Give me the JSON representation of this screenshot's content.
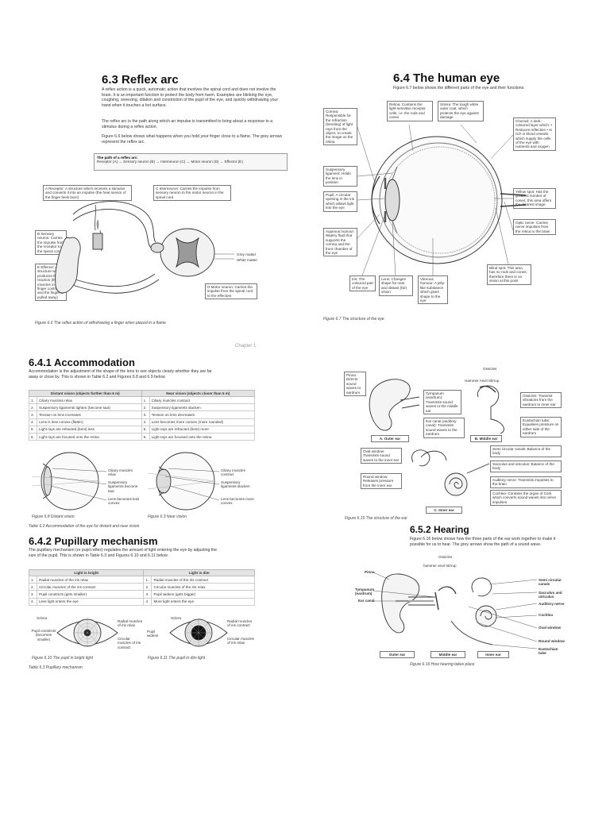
{
  "reflex": {
    "title": "6.3 Reflex arc",
    "p1": "A reflex action is a quick, automatic action that involves the spinal cord and does not involve the brain. It is an important function to protect the body from harm. Examples are blinking the eye, coughing, sneezing, dilation and constriction of the pupil of the eye, and quickly withdrawing your hand when it touches a hot surface.",
    "p2": "The reflex arc is the path along which an impulse is transmitted to bring about a response to a stimulus during a reflex action.",
    "p3": "Figure 6.6 below shows what happens when you hold your finger close to a flame. The grey arrows represent the reflex arc.",
    "path_title": "The path of a reflex arc:",
    "path_text": "Receptor (A) → Sensory neuron (B) → Interneuron (C) → Motor neuron (D) → Effector (E)",
    "label_a": "A Receptor: A structure which receives a stimulus and converts it into an impulse (the heat sensor of the finger feels burn)",
    "label_c": "C Interneuron: Carries the impulse from sensory neuron to the motor neuron in the spinal cord",
    "label_b": "B Sensory neuron: Carries the impulse from the receptor to the spinal cord",
    "label_e": "E Effector: A structure which produces the reaction (the muscles in the finger contract and the finger is pulled away)",
    "label_d": "D Motor neuron: Carries the impulse from the spinal cord to the effectors",
    "grey_matter": "Grey matter",
    "white_matter": "White matter",
    "caption": "Figure 6.6 The reflex action of withdrawing a finger when placed in a flame"
  },
  "eye": {
    "title": "6.4 The human eye",
    "intro": "Figure 6.7 below shows the different parts of the eye and their functions.",
    "cornea": "Cornea: Responsible for the refraction (bending) of light rays from the object, to create the image on the retina",
    "retina": "Retina: Contains the light-sensitive receptor cells, i.e. the rods and cones",
    "sclera": "Sclera: The tough white outer coat, which protects the eye against damage",
    "choroid": "Choroid: A dark-coloured layer which: • Reduces reflection • Is rich in blood vessels which supply the cells of the eye with nutrients and oxygen",
    "suspensory": "Suspensory ligament: Holds the lens in position",
    "pupil": "Pupil: A circular opening in the iris which allows light into the eye",
    "yellow_spot": "Yellow spot: Has the greatest number of cones; this area offers the clearest image",
    "optic_nerve": "Optic nerve: Carries nerve impulses from the retina to the brain",
    "aqueous": "Aqueous humour: Watery fluid that supports the cornea and the front chamber of the eye",
    "blind_spot": "Blind spot: This area has no rods and cones; therefore there is no vision at this point",
    "iris": "Iris: The coloured part of the eye",
    "lens": "Lens: Changes shape for near and distant (far) vision",
    "vitreous": "Vitreous humour: A jelly-like substance which gives shape to the eye",
    "caption": "Figure 6.7 The structure of the eye"
  },
  "accommodation": {
    "chapter_mark": "Chapter 1",
    "title": "6.4.1 Accommodation",
    "intro": "Accommodation is the adjustment of the shape of the lens to see objects clearly whether they are far away or close by. This is shown in Table 6.2 and Figures 6.8 and 6.9 below.",
    "col_distant": "Distant vision (objects further than 6 m)",
    "col_near": "Near vision (objects closer than 6 m)",
    "rows": [
      [
        "1.",
        "Ciliary muscles relax",
        "1.",
        "Ciliary muscles contract"
      ],
      [
        "2.",
        "Suspensory ligaments tighten (become taut)",
        "2.",
        "Suspensory ligaments slacken"
      ],
      [
        "3.",
        "Tension on lens increases",
        "3.",
        "Tension on lens decreases"
      ],
      [
        "4.",
        "Lens is less convex (flatter)",
        "4.",
        "Lens becomes more convex (more rounded)"
      ],
      [
        "5.",
        "Light rays are refracted (bent) less",
        "5.",
        "Light rays are refracted (bent) more"
      ],
      [
        "6.",
        "Light rays are focused onto the retina",
        "6.",
        "Light rays are focused onto the retina"
      ]
    ],
    "fig_distant_labels": [
      "Ciliary muscles relax",
      "Suspensory ligaments become taut",
      "Lens becomes less convex"
    ],
    "fig_near_labels": [
      "Ciliary muscles contract",
      "Suspensory ligaments slacken",
      "Lens becomes more convex"
    ],
    "cap_68": "Figure 6.8 Distant vision",
    "cap_69": "Figure 6.9 Near vision",
    "table_caption": "Table 6.2 Accommodation of the eye for distant and near vision"
  },
  "pupillary": {
    "title": "6.4.2 Pupillary mechanism",
    "intro": "The pupillary mechanism (or pupil reflex) regulates the amount of light entering the eye by adjusting the size of the pupil. This is shown in Table 6.3 and Figures 6.10 and 6.11 below.",
    "col_bright": "Light is bright",
    "col_dim": "Light is dim",
    "rows": [
      [
        "1.",
        "Radial muscles of the iris relax",
        "1.",
        "Radial muscles of the iris contract"
      ],
      [
        "2.",
        "Circular muscles of the iris contract",
        "2.",
        "Circular muscles of the iris relax"
      ],
      [
        "3.",
        "Pupil constricts (gets smaller)",
        "3.",
        "Pupil widens (gets bigger)"
      ],
      [
        "4.",
        "Less light enters the eye",
        "4.",
        "More light enters the eye"
      ]
    ],
    "fig_bright": {
      "sclera": "Sclera",
      "pupil": "Pupil constricts (becomes smaller)",
      "radial": "Radial muscles of iris relax",
      "circular": "Circular muscles of iris contract"
    },
    "fig_dim": {
      "sclera": "Sclera",
      "pupil": "Pupil widens",
      "radial": "Radial muscles of iris contract",
      "circular": "Circular muscles of iris relax"
    },
    "cap_610": "Figure 6.10 The pupil in bright light",
    "cap_611": "Figure 6.11 The pupil in dim light",
    "table_caption": "Table 6.3 Pupillary mechanism"
  },
  "ear": {
    "ossicles": "Ossicles",
    "hammer_anvil_stirrup": "Hammer  Anvil  Stirrup",
    "pinna": "Pinna: Directs sound waves to eardrum",
    "tympanum": "Tympanum (eardrum): Transmits sound waves to the middle ear",
    "ear_canal": "Ear canal (auditory canal): Transmits sound waves to the eardrum",
    "ossicles_desc": "Ossicles: Transmit vibrations from the eardrum to inner ear",
    "eustachian": "Eustachian tube: Equalises pressure on either side of the eardrum",
    "outer_ear": "A. Outer ear",
    "middle_ear": "B. Middle ear",
    "oval_window": "Oval window: Transmits sound waves to the inner ear",
    "round_window": "Round window: Releases pressure from the inner ear",
    "semi_circular": "Semi circular canals: Balance of the body",
    "sacculus": "Sacculus and utriculus: Balance of the body",
    "auditory_nerve": "Auditory nerve: Transmits impulses to the brain",
    "cochlea": "Cochlea: Contains the organ of Corti which converts sound waves into nerve impulses",
    "inner_ear": "C. Inner ear",
    "caption": "Figure 6.15 The structure of the ear"
  },
  "hearing": {
    "title": "6.5.2 Hearing",
    "intro": "Figure 6.16 below shows how the three parts of the ear work together to make it possible for us to hear. The grey arrows show the path of a sound wave.",
    "ossicles": "Ossicles",
    "has": "hammer  anvil  stirrup",
    "left_labels": [
      "Pinna",
      "Tympanum (eardrum)",
      "Ear canal"
    ],
    "right_labels": [
      "Semi circular canals",
      "Sacculus and utriculus",
      "Auditory nerve",
      "Cochlea",
      "Oval window",
      "Round window",
      "Eustachian tube"
    ],
    "bottom_labels": [
      "Outer ear",
      "Middle ear",
      "Inner ear"
    ],
    "caption": "Figure 6.16 How hearing takes place"
  }
}
